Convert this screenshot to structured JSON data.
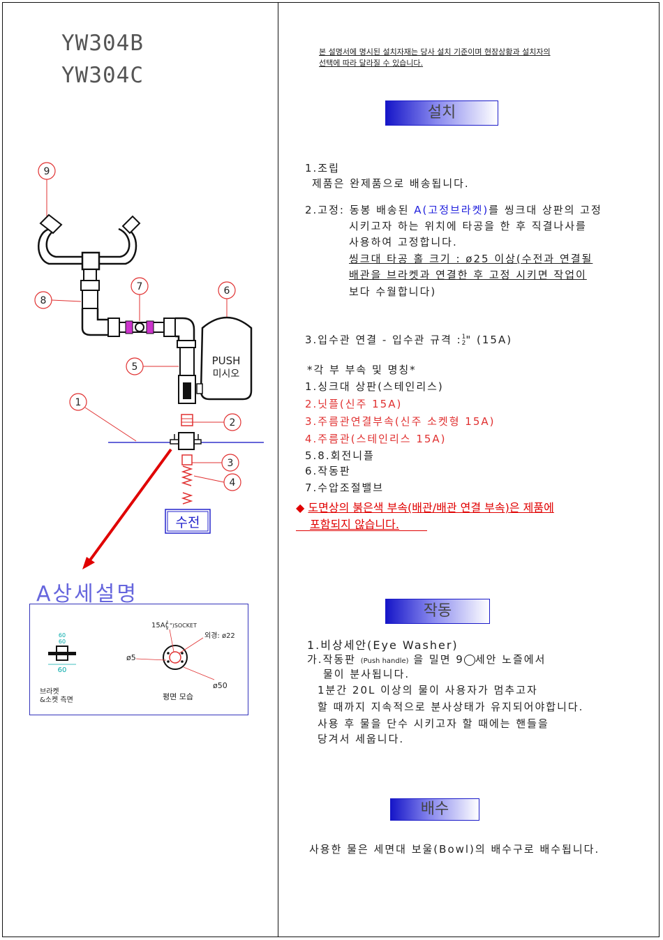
{
  "models": [
    "YW304B",
    "YW304C"
  ],
  "notice_lines": [
    "본 설명서에 명시된 설치자재는 당사 설치 기준이며 현장상황과 설치자의",
    "선택에 따라 달라질 수 있습니다."
  ],
  "sections": {
    "install": "설치",
    "operation": "작동",
    "drain": "배수"
  },
  "install": {
    "step1_title": "1.조립",
    "step1_body": "제품은 완제품으로 배송됩니다.",
    "step2_prefix": "2.고정: 동봉 배송된 ",
    "step2_highlight": "A(고정브라켓)",
    "step2_suffix": "를 씽크대 상판의 고정",
    "step2_lines": [
      "시키고자 하는 위치에 타공을 한 후 직결나사를",
      "사용하여 고정합니다."
    ],
    "step2_note_lines": [
      "씽크대 타공 홀 크기 : ø25 이상(수전과 연결될",
      "배관을 브라켓과 연결한 후 고정 시키면 작업이",
      "보다 수월합니다)"
    ],
    "step3_prefix": "3.입수관 연결 - 입수관 규격 :",
    "step3_frac_num": "1",
    "step3_frac_den": "2",
    "step3_suffix": "\" (15A)"
  },
  "parts": {
    "heading": "*각 부 부속 및 명칭*",
    "items": [
      {
        "text": "1.싱크대 상판(스테인리스)",
        "red": false
      },
      {
        "text": "2.닛플(신주 15A)",
        "red": true
      },
      {
        "text": "3.주름관연결부속(신주 소켓형 15A)",
        "red": true
      },
      {
        "text": "4.주름관(스테인리스 15A)",
        "red": true
      },
      {
        "text": "5.8.회전니플",
        "red": false
      },
      {
        "text": "6.작동판",
        "red": false
      },
      {
        "text": "7.수압조절밸브",
        "red": false
      }
    ],
    "warning_lines": [
      "도면상의 붉은색 부속(배관/배관 연결 부속)은 제품에",
      "포함되지 않습니다."
    ]
  },
  "operation": {
    "title": "1.비상세안(Eye Washer)",
    "line1_prefix": "가.작동판 ",
    "line1_small": "(Push handle)",
    "line1_middle": " 을 밀면 9",
    "line1_suffix": "세안 노즐에서",
    "line2": "물이 분사됩니다.",
    "para_lines": [
      "1분간 20L 이상의 물이 사용자가 멈추고자",
      "할 때까지 지속적으로 분사상태가 유지되어야합니다.",
      "사용 후 물을 단수 시키고자 할 때에는 핸들을",
      "당겨서 세웁니다."
    ]
  },
  "drain": {
    "text": "사용한 물은 세면대 보울(Bowl)의 배수구로 배수됩니다."
  },
  "diagram": {
    "callouts": [
      "1",
      "2",
      "3",
      "4",
      "5",
      "6",
      "7",
      "8",
      "9"
    ],
    "push_label": "PUSH",
    "push_label_kr": "미시오",
    "faucet_label": "수전",
    "detail_title": "A상세설명",
    "detail": {
      "socket_label": "15A(",
      "socket_frac_num": "1",
      "socket_frac_den": "2",
      "socket_suffix": "\")SOCKET",
      "outer_dia": "외경: ø22",
      "d5": "ø5",
      "d50": "ø50",
      "dim_60a": "60",
      "dim_60b": "60",
      "dim_60c": "60",
      "side_label_1": "브라켓",
      "side_label_2": "&소켓 측면",
      "plan_label": "평면 모습"
    }
  }
}
